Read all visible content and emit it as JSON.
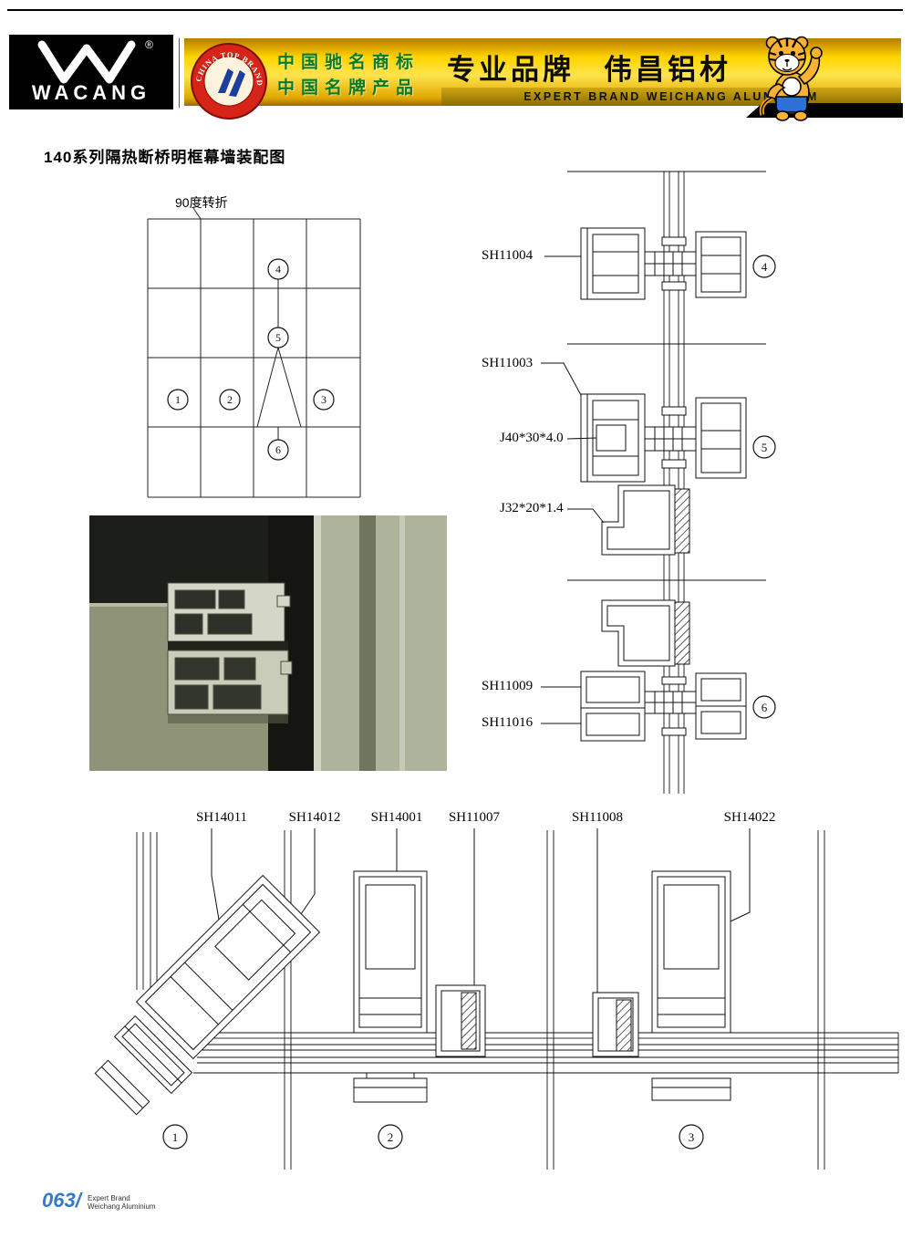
{
  "header": {
    "logo": {
      "brand": "WACANG",
      "reg": "®"
    },
    "emblem": {
      "ring_text": "CHINA TOP BRAND"
    },
    "claims": [
      "中国驰名商标",
      "中国名牌产品"
    ],
    "slogan_cn_1": "专业品牌",
    "slogan_cn_2": "伟昌铝材",
    "slogan_en": "EXPERT BRAND WEICHANG ALUMINIUM"
  },
  "title": "140系列隔热断桥明框幕墙装配图",
  "overview": {
    "corner_label": "90度转折",
    "callouts": [
      "1",
      "2",
      "3",
      "4",
      "5",
      "6"
    ]
  },
  "sections": {
    "right_labels": [
      "SH11004",
      "SH11003",
      "J40*30*4.0",
      "J32*20*1.4",
      "SH11009",
      "SH11016"
    ],
    "right_callouts": [
      "4",
      "5",
      "6"
    ],
    "bottom_labels": [
      "SH14011",
      "SH14012",
      "SH14001",
      "SH11007",
      "SH11008",
      "SH14022"
    ],
    "bottom_callouts": [
      "1",
      "2",
      "3"
    ]
  },
  "footer": {
    "page_number": "063/",
    "line1": "Expert Brand",
    "line2": "Weichang Aluminium"
  },
  "colors": {
    "banner_gold": "#ffd400",
    "claim_green": "#0c7a1f",
    "emblem_red": "#d62418",
    "emblem_blue": "#1d3e9e",
    "page_number_blue": "#3579c8"
  }
}
